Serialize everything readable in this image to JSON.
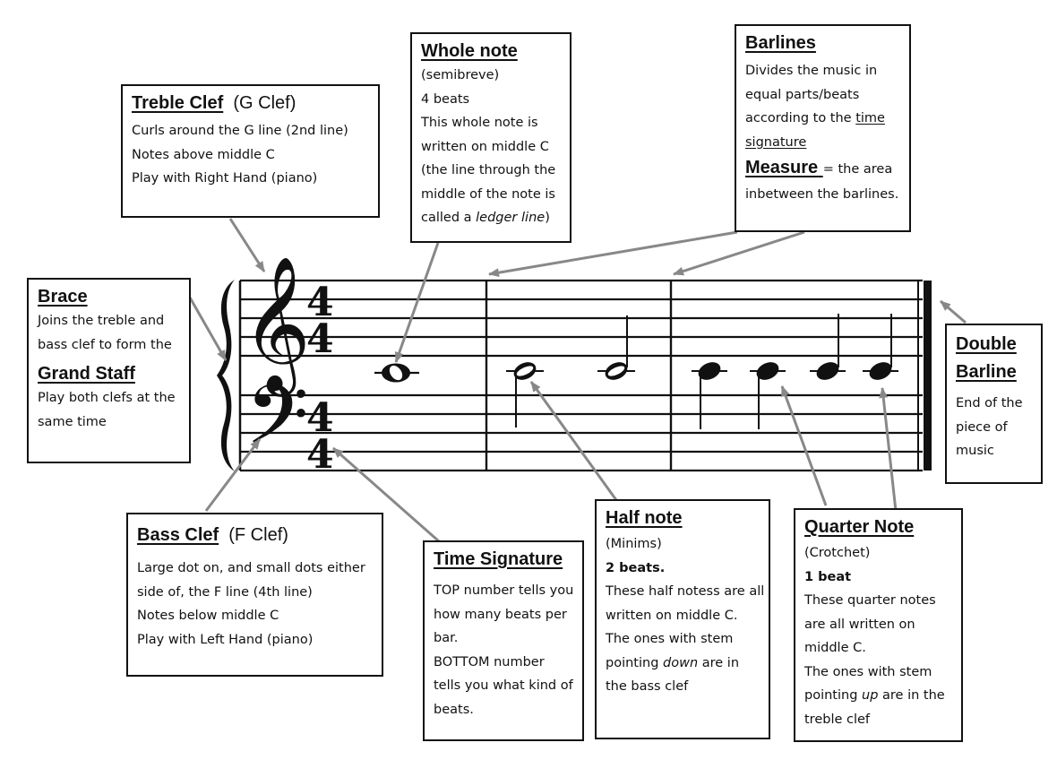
{
  "treble": {
    "title": "Treble Clef",
    "sub": "(G Clef)",
    "lines": [
      "Curls around the G line (2nd line)",
      "Notes above middle C",
      "Play with Right Hand (piano)"
    ]
  },
  "whole": {
    "title": "Whole note",
    "lines": [
      "(semibreve)",
      "4 beats",
      "This whole note is",
      "written on middle C",
      "(the line through the",
      "middle of the note is"
    ],
    "last_a": "called a ",
    "last_em": "ledger line",
    "last_b": ")"
  },
  "barlines": {
    "title": "Barlines",
    "lines": [
      "Divides the music in",
      "equal parts/beats"
    ],
    "l3a": "according to the ",
    "l3u": "time",
    "l4u": "signature",
    "measure_title": "Measure ",
    "measure_rest": "= the area",
    "l6": "inbetween the barlines."
  },
  "brace": {
    "title": "Brace",
    "lines": [
      "Joins the treble and",
      "bass clef to form the"
    ],
    "title2": "Grand Staff",
    "lines2": [
      "Play both clefs at the",
      "same time"
    ]
  },
  "double": {
    "title1": "Double",
    "title2": "Barline",
    "lines": [
      "End of the",
      "piece of",
      "music"
    ]
  },
  "bass": {
    "title": "Bass Clef",
    "sub": "(F Clef)",
    "lines": [
      "Large dot on, and small dots either",
      "side of, the F line (4th line)",
      "Notes below middle C",
      "Play with Left Hand (piano)"
    ]
  },
  "timesig": {
    "title": "Time Signature",
    "lines": [
      "TOP number tells you",
      "how many beats per",
      "bar.",
      "BOTTOM number",
      "tells you what kind of",
      "beats."
    ]
  },
  "half": {
    "title": "Half note",
    "l1": "(Minims)",
    "l2": "2 beats.",
    "l3": "These half notess are all",
    "l4": "written on middle C.",
    "l5": "The ones with stem",
    "l6a": "pointing ",
    "l6em": "down",
    "l6b": " are in",
    "l7": "the bass clef"
  },
  "quarter": {
    "title": "Quarter Note",
    "l1": "(Crotchet)",
    "l2": "1 beat",
    "l3": "These quarter notes",
    "l4": "are all written on",
    "l5": "middle C.",
    "l6": "The ones with stem",
    "l7a": "pointing ",
    "l7em": "up",
    "l7b": " are in the",
    "l8": "treble clef"
  },
  "staff": {
    "time_top_treble": "4",
    "time_bottom_treble": "4",
    "time_top_bass": "4",
    "time_bottom_bass": "4"
  }
}
